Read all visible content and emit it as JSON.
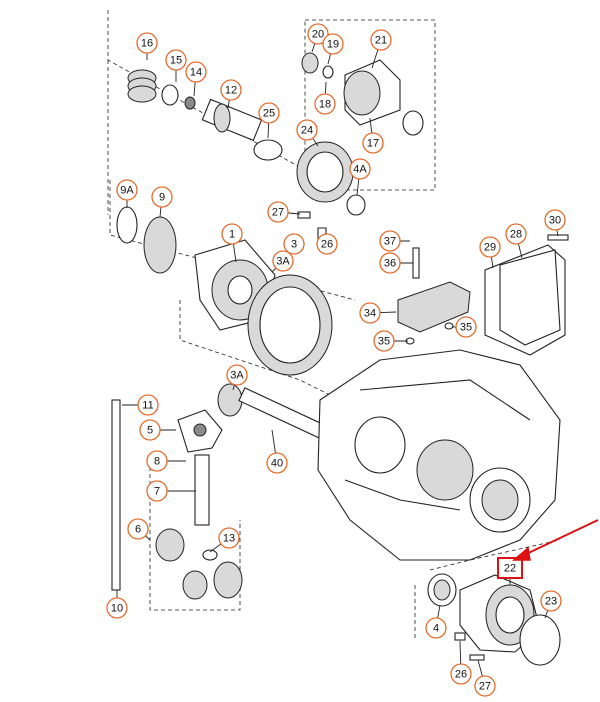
{
  "diagram": {
    "highlighted_part": "22",
    "accent_color": "#e46a2a",
    "highlight_color": "#d11111",
    "callouts": [
      {
        "id": "16",
        "label": "16"
      },
      {
        "id": "15",
        "label": "15"
      },
      {
        "id": "14",
        "label": "14"
      },
      {
        "id": "12",
        "label": "12"
      },
      {
        "id": "25",
        "label": "25"
      },
      {
        "id": "20",
        "label": "20"
      },
      {
        "id": "19",
        "label": "19"
      },
      {
        "id": "21",
        "label": "21"
      },
      {
        "id": "18",
        "label": "18"
      },
      {
        "id": "24",
        "label": "24"
      },
      {
        "id": "17",
        "label": "17"
      },
      {
        "id": "4A",
        "label": "4A"
      },
      {
        "id": "9A",
        "label": "9A"
      },
      {
        "id": "9",
        "label": "9"
      },
      {
        "id": "1",
        "label": "1"
      },
      {
        "id": "27a",
        "label": "27"
      },
      {
        "id": "26a",
        "label": "26"
      },
      {
        "id": "3",
        "label": "3"
      },
      {
        "id": "3A",
        "label": "3A"
      },
      {
        "id": "37",
        "label": "37"
      },
      {
        "id": "36",
        "label": "36"
      },
      {
        "id": "30",
        "label": "30"
      },
      {
        "id": "29",
        "label": "29"
      },
      {
        "id": "28",
        "label": "28"
      },
      {
        "id": "34",
        "label": "34"
      },
      {
        "id": "35a",
        "label": "35"
      },
      {
        "id": "35b",
        "label": "35"
      },
      {
        "id": "3Ab",
        "label": "3A"
      },
      {
        "id": "11",
        "label": "11"
      },
      {
        "id": "5",
        "label": "5"
      },
      {
        "id": "40",
        "label": "40"
      },
      {
        "id": "8",
        "label": "8"
      },
      {
        "id": "7",
        "label": "7"
      },
      {
        "id": "6",
        "label": "6"
      },
      {
        "id": "13",
        "label": "13"
      },
      {
        "id": "10",
        "label": "10"
      },
      {
        "id": "4",
        "label": "4"
      },
      {
        "id": "23",
        "label": "23"
      },
      {
        "id": "26b",
        "label": "26"
      },
      {
        "id": "27b",
        "label": "27"
      },
      {
        "id": "22",
        "label": "22"
      }
    ]
  }
}
